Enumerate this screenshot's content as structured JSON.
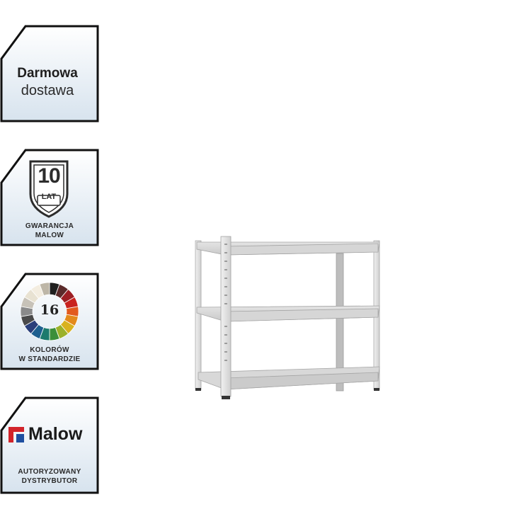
{
  "badges": {
    "free_shipping": {
      "line1": "Darmowa",
      "line2": "dostawa"
    },
    "warranty": {
      "years": "10",
      "unit": "LAT",
      "line1": "GWARANCJA",
      "line2": "MALOW"
    },
    "colors": {
      "count": "16",
      "line1": "KOLORÓW",
      "line2": "W STANDARDZIE",
      "palette": [
        "#1f1f1f",
        "#5a2a2a",
        "#9c1f24",
        "#c9231f",
        "#e25a1e",
        "#e38a1c",
        "#d9b21f",
        "#9bb12a",
        "#3b8f3a",
        "#1d7a6d",
        "#1d5f8f",
        "#2a3f7a",
        "#4a4a4a",
        "#8a8a8a",
        "#c7c2b8",
        "#e8e2d2",
        "#f3ede0",
        "#bdb6a7"
      ]
    },
    "distributor": {
      "brand": "Malow",
      "line1": "AUTORYZOWANY",
      "line2": "DYSTRYBUTOR",
      "brand_color": "#d2232a",
      "brand_color_2": "#1f4fa0"
    }
  },
  "product": {
    "name": "metal-shelving-unit"
  }
}
